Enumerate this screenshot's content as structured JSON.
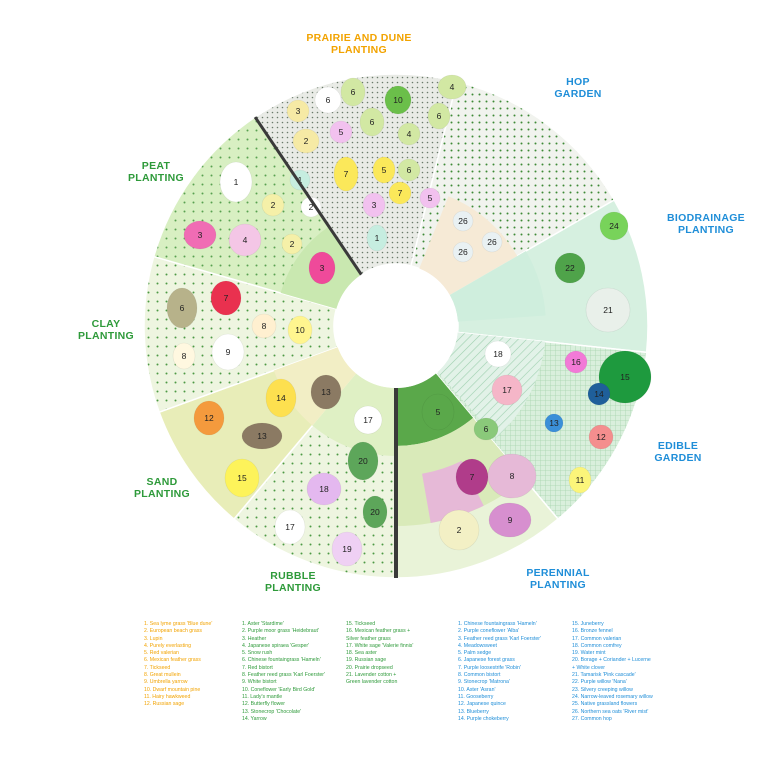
{
  "colors": {
    "orange": "#f2a300",
    "green": "#2e9a3a",
    "blue": "#1f8ed8",
    "black": "#2a2a2a"
  },
  "zones": {
    "prairie": "PRAIRIE AND DUNE\nPLANTING",
    "hop": "HOP\nGARDEN",
    "peat": "PEAT\nPLANTING",
    "biodrainage": "BIODRAINAGE\nPLANTING",
    "clay": "CLAY\nPLANTING",
    "edible": "EDIBLE\nGARDEN",
    "sand": "SAND\nPLANTING",
    "rubble": "RUBBLE\nPLANTING",
    "perennial": "PERENNIAL\nPLANTING"
  },
  "legend": {
    "prairie": "1. Sea lyme grass 'Blue dune'\n2. European beach grass\n3. Lupin\n4. Purely everlasting\n5. Red valerian\n6. Mexican feather grass\n7. Tickseed\n8. Great mullein\n9. Umbrella yarrow\n10. Dwarf mountain pine\n11. Hairy hawkweed\n12. Russian sage",
    "peat_clay_sand": "1. Aster 'Stardime'\n2. Purple moor grass 'Heidebraut'\n3. Heather\n4. Japanese spiraea 'Gesper'\n5. Snow rush\n6. Chinese fountaingrass 'Hameln'\n7. Red bistort\n8. Feather reed grass 'Karl Foerster'\n9. White bistort\n10. Coneflower 'Early Bird Gold'\n11. Lady's mantle\n12. Butterfly flower\n13. Stonecrop 'Chocolate'\n14. Yarrow",
    "rubble": "15. Tickseed\n16. Mexican feather grass +\n     Silver feather grass\n17. White sage 'Valerie finnis'\n18. Sea aster\n19. Russian sage\n20. Prairie dropseed\n21. Lavender cotton +\n     Green lavender cotton",
    "perennial": "1. Chinese fountaingrass 'Hameln'\n2. Purple coneflower 'Alba'\n3. Feather reed grass 'Karl Foerster'\n4. Meadowsweet\n5. Palm sedge\n6. Japanese forest grass\n7. Purple loosestrife 'Robin'\n8. Common bistort\n9. Stonecrop 'Matrona'\n10. Aster 'Asran'\n11. Gooseberry\n12. Japanese quince\n13. Blueberry\n14. Purple chokeberry",
    "edible": "15. Juneberry\n16. Bronze fennel\n17. Common valerian\n18. Common comfrey\n19. Water mint\n20. Borage + Coriander + Lucerne\n     + White clover\n21. Tamarisk 'Pink cascade'\n22. Purple willow 'Nana'\n23. Silvery creeping willow\n24. Narrow-leaved rosemary willow\n25. Native grassland flowers\n26. Northern sea oats 'River mist'\n27. Common hop"
  }
}
